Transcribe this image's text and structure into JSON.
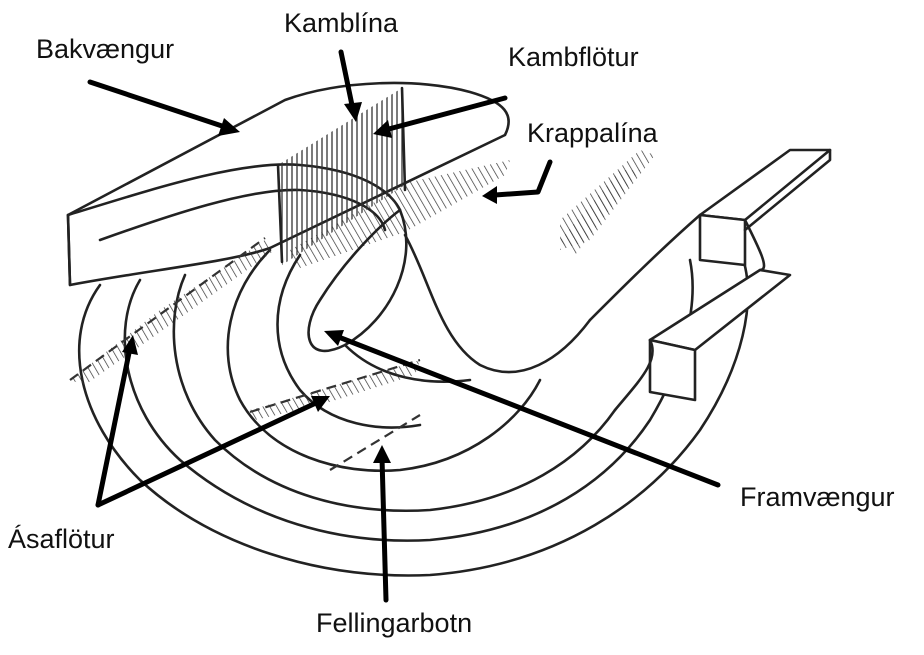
{
  "labels": {
    "back_limb": "Bakvængur",
    "crest_line": "Kamblína",
    "crest_surface": "Kambflötur",
    "hinge_line": "Krappalína",
    "axial_surface": "Ásaflötur",
    "front_limb": "Framvængur",
    "trough": "Fellingarbotn"
  },
  "colors": {
    "line": "#222222",
    "arrow": "#000000",
    "background": "#ffffff"
  }
}
